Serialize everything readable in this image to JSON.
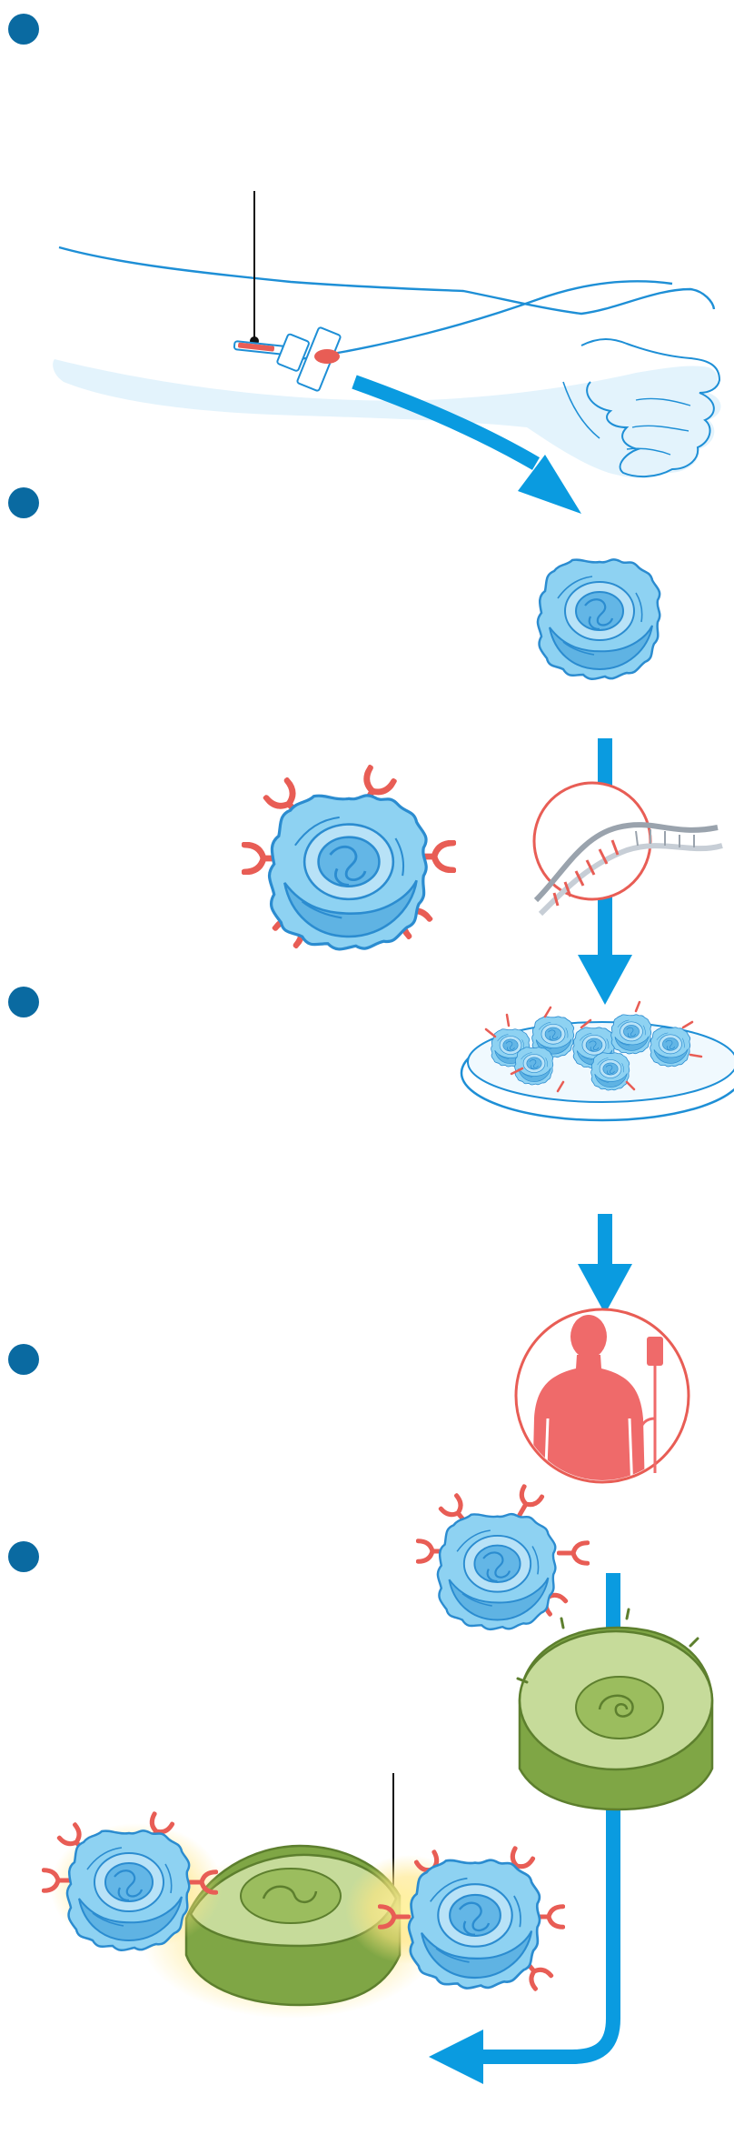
{
  "figure": {
    "steps": [
      {
        "marker": "step-1"
      },
      {
        "marker": "step-2"
      },
      {
        "marker": "step-3"
      },
      {
        "marker": "step-4"
      },
      {
        "marker": "step-5"
      }
    ],
    "colors": {
      "step_marker": "#0a6aa1",
      "arrow": "#0a9be0",
      "t_cell": "#79c8ef",
      "t_cell_outline": "#2b8cd0",
      "receptor": "#e85d55",
      "tumor_cell": "#a7c26c",
      "tumor_outline": "#5d7f2e",
      "patient": "#ef6a6a",
      "glow": "#ffe680"
    },
    "icons": [
      "arm-outline-icon",
      "syringe-icon",
      "t-cell-icon",
      "car-t-cell-icon",
      "dna-helix-icon",
      "petri-dish-icon",
      "patient-infusion-icon",
      "tumor-cell-icon"
    ]
  }
}
